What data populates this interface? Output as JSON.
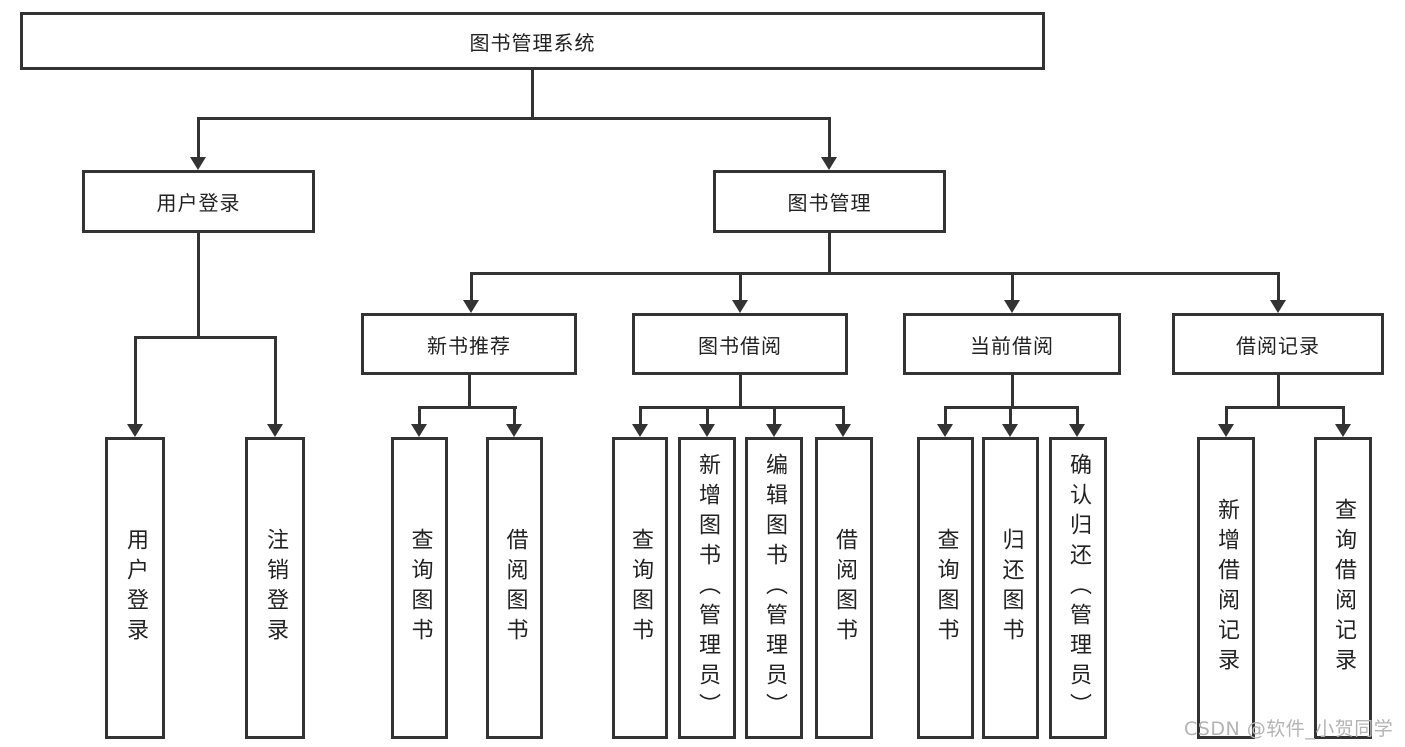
{
  "diagram": {
    "root": {
      "label": "图书管理系统"
    },
    "level2": {
      "user_login": {
        "label": "用户登录"
      },
      "book_mgmt": {
        "label": "图书管理"
      }
    },
    "level3": {
      "new_books": {
        "label": "新书推荐"
      },
      "book_borrow": {
        "label": "图书借阅"
      },
      "current_borrow": {
        "label": "当前借阅"
      },
      "borrow_records": {
        "label": "借阅记录"
      }
    },
    "leaves": {
      "user_login": [
        "用户登录",
        "注销登录"
      ],
      "new_books": [
        "查询图书",
        "借阅图书"
      ],
      "book_borrow": [
        "查询图书",
        "新增图书（管理员）",
        "编辑图书（管理员）",
        "借阅图书"
      ],
      "current_borrow": [
        "查询图书",
        "归还图书",
        "确认归还（管理员）"
      ],
      "borrow_records": [
        "新增借阅记录",
        "查询借阅记录"
      ]
    }
  },
  "watermark": {
    "text": "CSDN @软件_小贺同学"
  },
  "colors": {
    "line": "#333333",
    "box_border": "#333333",
    "box_bg": "#ffffff",
    "text": "#222222",
    "watermark": "#b4b4b4"
  }
}
